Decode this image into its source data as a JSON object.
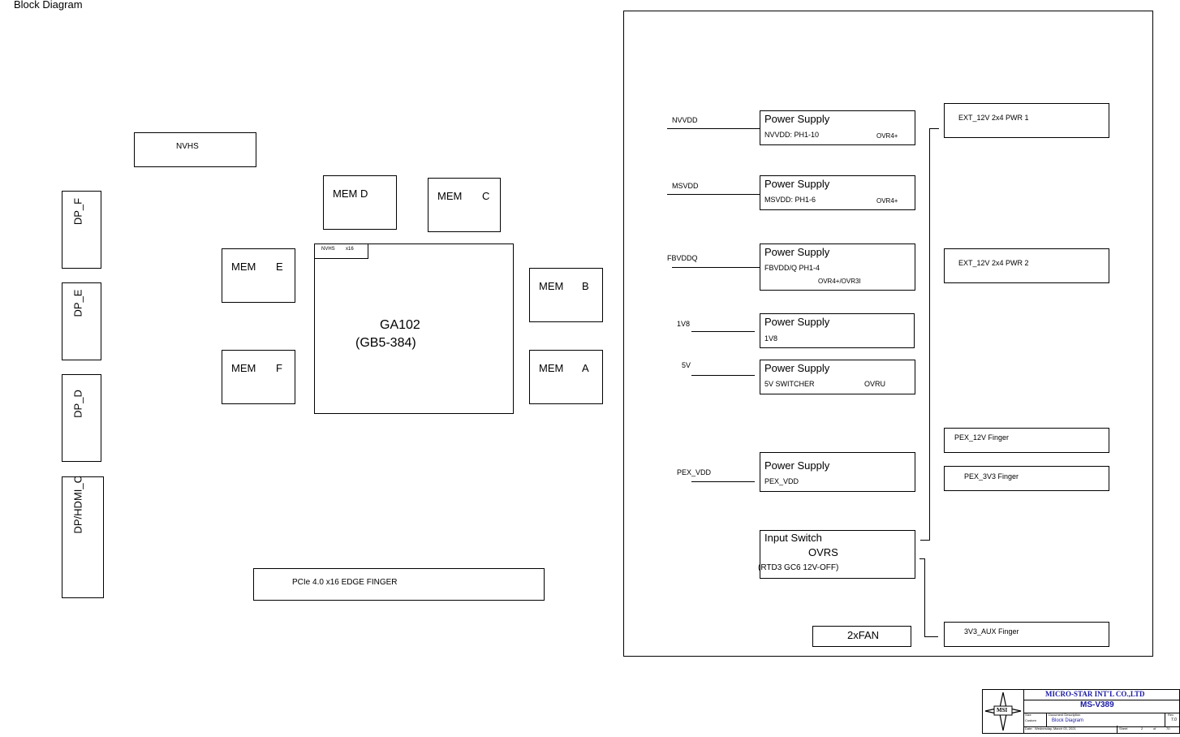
{
  "page_title": "Block Diagram",
  "blocks": {
    "nvhs": "NVHS",
    "dp_f": "DP_F",
    "dp_e": "DP_E",
    "dp_d": "DP_D",
    "dp_hdmi_c": "DP/HDMI_C",
    "mem_d": "MEM D",
    "mem_c_a": "MEM",
    "mem_c_b": "C",
    "mem_e_a": "MEM",
    "mem_e_b": "E",
    "mem_f_a": "MEM",
    "mem_f_b": "F",
    "mem_b_a": "MEM",
    "mem_b_b": "B",
    "mem_a_a": "MEM",
    "mem_a_b": "A",
    "gpu_tab_nvhs": "NVHS",
    "gpu_tab_x16": "x16",
    "gpu_name": "GA102",
    "gpu_sub": "(GB5-384)",
    "pcie": "PCIe 4.0 x16 EDGE FINGER"
  },
  "power": {
    "nets": {
      "nvvdd": "NVVDD",
      "msvdd": "MSVDD",
      "fbvddq": "FBVDDQ",
      "v1v8": "1V8",
      "v5v": "5V",
      "pex_vdd": "PEX_VDD"
    },
    "supplies": [
      {
        "title": "Power Supply",
        "line1": "NVVDD: PH1-10",
        "line2": "OVR4+"
      },
      {
        "title": "Power Supply",
        "line1": "MSVDD: PH1-6",
        "line2": "OVR4+"
      },
      {
        "title": "Power Supply",
        "line1": "FBVDD/Q PH1-4",
        "line2": "OVR4+/OVR3I"
      },
      {
        "title": "Power Supply",
        "line1": "1V8",
        "line2": ""
      },
      {
        "title": "Power Supply",
        "line1": "5V SWITCHER",
        "line2": "OVRU"
      },
      {
        "title": "Power Supply",
        "line1": "PEX_VDD",
        "line2": ""
      }
    ],
    "input_switch": {
      "title": "Input Switch",
      "line1": "OVRS",
      "line2": "(RTD3 GC6 12V-OFF)"
    },
    "fan": "2xFAN",
    "sources": {
      "ext1": "EXT_12V 2x4 PWR 1",
      "ext2": "EXT_12V 2x4 PWR 2",
      "pex12": "PEX_12V Finger",
      "pex3v3": "PEX_3V3 Finger",
      "aux": "3V3_AUX Finger"
    }
  },
  "title_block": {
    "company": "MICRO-STAR INT'L CO.,LTD",
    "model": "MS-V389",
    "logo_text": "MSI",
    "size_label": "Size",
    "custom_label": "Custom",
    "doc_desc_label": "Document Description",
    "doc_title": "Block Diagram",
    "date_label": "Date:",
    "date": "Wednesday, March 03, 2021",
    "sheet_label": "Sheet",
    "sheet_num": "2",
    "of_label": "of",
    "sheet_total": "70",
    "rev_label": "Rev",
    "rev": "7.0"
  },
  "colors": {
    "line": "#000000",
    "title_text": "#1a1aa6"
  }
}
